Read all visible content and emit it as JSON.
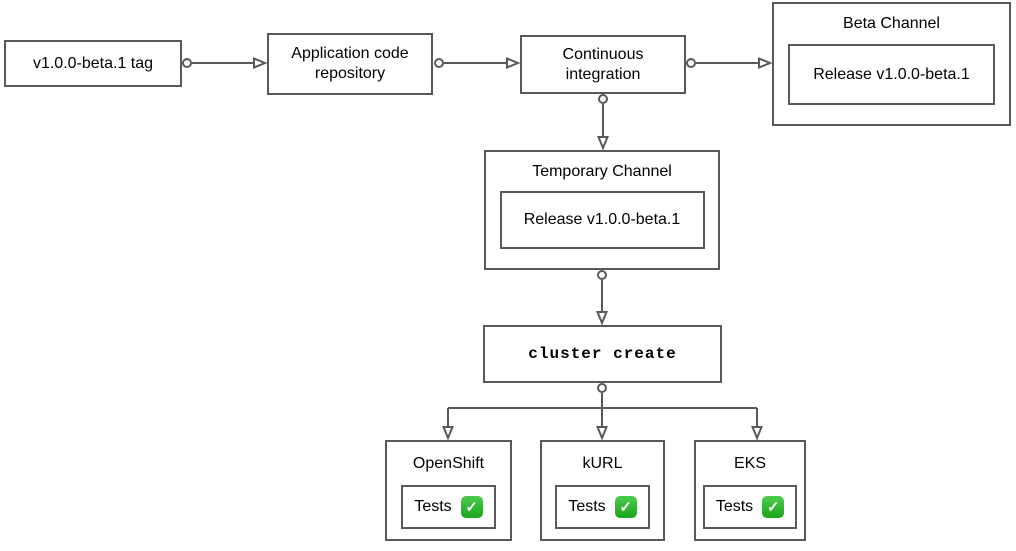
{
  "colors": {
    "border": "#595959",
    "background": "#ffffff",
    "text": "#000000",
    "check_green": "#1aa51a"
  },
  "nodes": {
    "tag": {
      "label": "v1.0.0-beta.1 tag"
    },
    "repo": {
      "label": "Application code repository"
    },
    "ci": {
      "label": "Continuous integration"
    },
    "beta_channel": {
      "title": "Beta Channel",
      "release": "Release v1.0.0-beta.1"
    },
    "temp_channel": {
      "title": "Temporary Channel",
      "release": "Release v1.0.0-beta.1"
    },
    "cluster_create": {
      "label": "cluster create"
    },
    "clusters": [
      {
        "title": "OpenShift",
        "tests_label": "Tests",
        "check_glyph": "✓"
      },
      {
        "title": "kURL",
        "tests_label": "Tests",
        "check_glyph": "✓"
      },
      {
        "title": "EKS",
        "tests_label": "Tests",
        "check_glyph": "✓"
      }
    ]
  }
}
